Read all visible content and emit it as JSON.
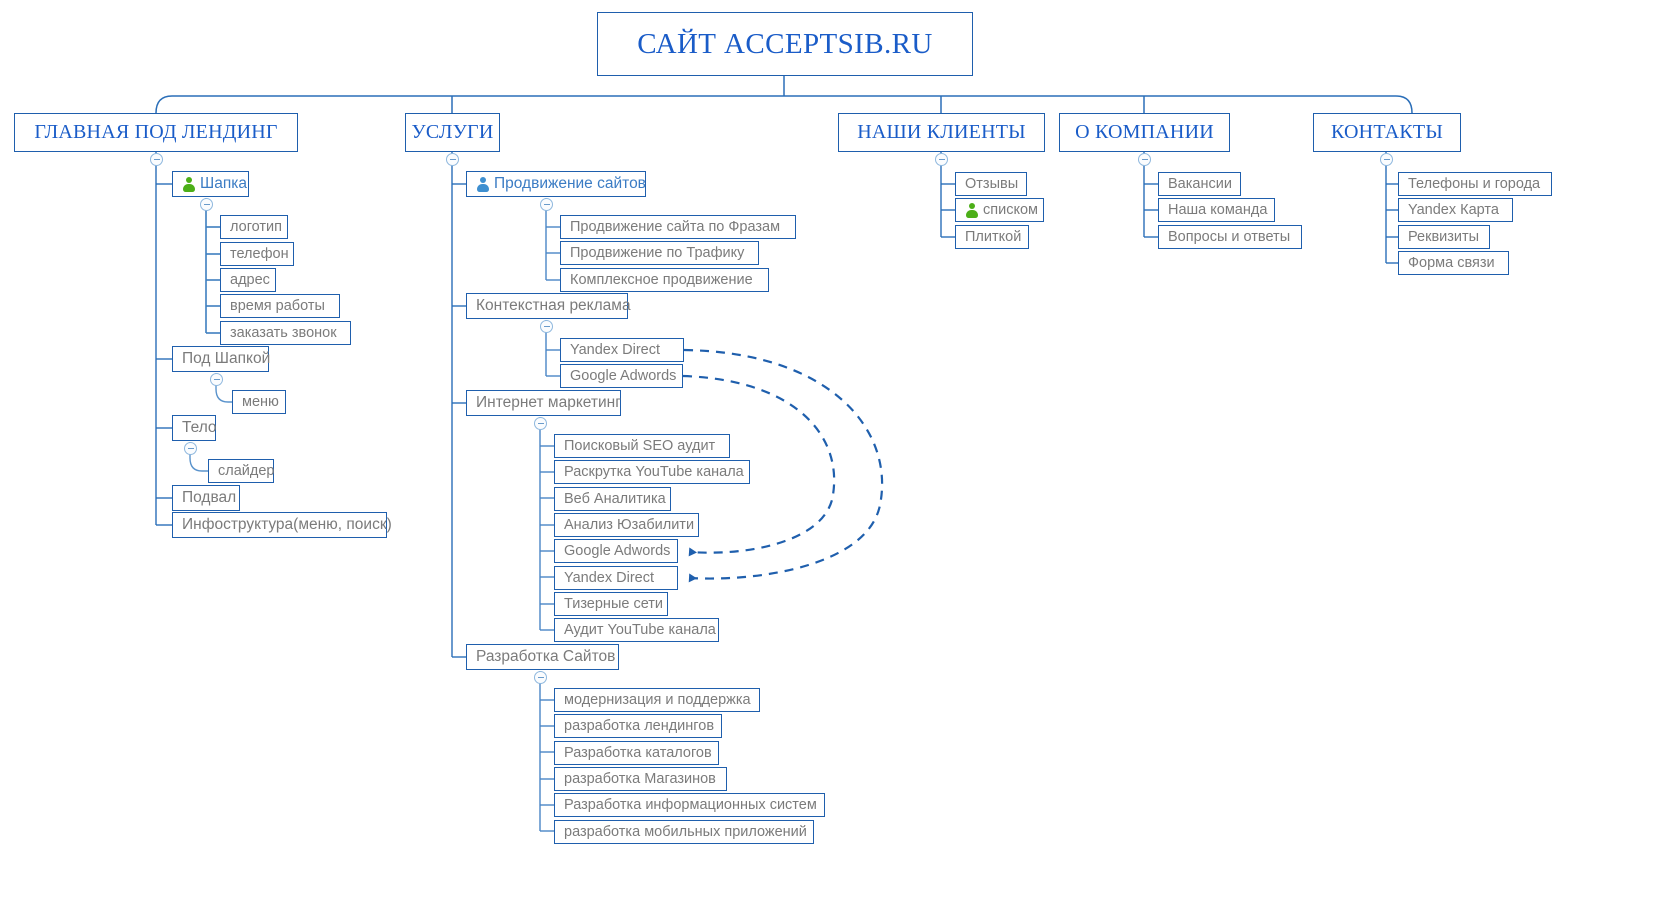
{
  "diagram": {
    "type": "mindmap-sitemap",
    "title": "САЙТ ACCEPTSIB.RU",
    "colors": {
      "border": "#1F5FAD",
      "root_text": "#1A5CC8",
      "leaf_text": "#7B7B7B",
      "accent_text": "#3B7CC4",
      "connector": "#2A6EB8",
      "connector_light": "#8FB8DE",
      "icon_green": "#4CAF18",
      "icon_blue": "#3E8FD0",
      "dashed_link": "#1F5FAD",
      "background": "#FFFFFF"
    },
    "toggle_glyph": "minus"
  },
  "root": {
    "label": "САЙТ ACCEPTSIB.RU"
  },
  "branches": [
    {
      "id": "glavnaya",
      "label": "ГЛАВНАЯ ПОД ЛЕНДИНГ",
      "children": [
        {
          "label": "Шапка",
          "icon": "person-icon-green",
          "accent": true,
          "children": [
            {
              "label": "логотип"
            },
            {
              "label": "телефон"
            },
            {
              "label": "адрес"
            },
            {
              "label": "время  работы"
            },
            {
              "label": "заказать звонок"
            }
          ]
        },
        {
          "label": "Под Шапкой",
          "children": [
            {
              "label": "меню"
            }
          ]
        },
        {
          "label": "Тело",
          "children": [
            {
              "label": "слайдер"
            }
          ]
        },
        {
          "label": "Подвал",
          "children": []
        },
        {
          "label": "Инфоструктура(меню, поиск)",
          "children": []
        }
      ]
    },
    {
      "id": "uslugi",
      "label": "УСЛУГИ",
      "children": [
        {
          "label": "Продвижение сайтов",
          "icon": "person-icon-blue",
          "accent": true,
          "children": [
            {
              "label": "Продвижение сайта по Фразам"
            },
            {
              "label": "Продвижение по Трафику"
            },
            {
              "label": "Комплексное продвижение"
            }
          ]
        },
        {
          "label": "Контекстная реклама",
          "children": [
            {
              "label": "Yandex Direct"
            },
            {
              "label": "Google Adwords"
            }
          ]
        },
        {
          "label": "Интернет маркетинг",
          "children": [
            {
              "label": "Поисковый  SEO аудит"
            },
            {
              "label": "Раскрутка YouTube канала"
            },
            {
              "label": "Веб Аналитика"
            },
            {
              "label": "Анализ Юзабилити"
            },
            {
              "label": "Google Adwords"
            },
            {
              "label": "Yandex Direct"
            },
            {
              "label": "Тизерные сети"
            },
            {
              "label": "Аудит YouTube канала"
            }
          ]
        },
        {
          "label": "Разработка Сайтов",
          "children": [
            {
              "label": "модернизация и поддержка"
            },
            {
              "label": "разработка лендингов"
            },
            {
              "label": "Разработка каталогов"
            },
            {
              "label": "разработка Магазинов"
            },
            {
              "label": "Разработка информационных систем"
            },
            {
              "label": "разработка мобильных приложений"
            }
          ]
        }
      ]
    },
    {
      "id": "klienty",
      "label": "НАШИ КЛИЕНТЫ",
      "children": [
        {
          "label": "Отзывы"
        },
        {
          "label": "списком",
          "icon": "person-icon-green"
        },
        {
          "label": "Плиткой"
        }
      ]
    },
    {
      "id": "kompaniya",
      "label": "О КОМПАНИИ",
      "children": [
        {
          "label": "Вакансии"
        },
        {
          "label": "Наша команда"
        },
        {
          "label": "Вопросы и ответы"
        }
      ]
    },
    {
      "id": "kontakty",
      "label": "КОНТАКТЫ",
      "children": [
        {
          "label": "Телефоны и города"
        },
        {
          "label": "Yandex Карта"
        },
        {
          "label": "Реквизиты"
        },
        {
          "label": "Форма связи"
        }
      ]
    }
  ],
  "cross_links": [
    {
      "from": "Контекстная реклама / Yandex Direct",
      "to": "Интернет маркетинг / Yandex Direct",
      "style": "dashed-arrow"
    },
    {
      "from": "Контекстная реклама / Google Adwords",
      "to": "Интернет маркетинг / Google Adwords",
      "style": "dashed-arrow"
    }
  ]
}
